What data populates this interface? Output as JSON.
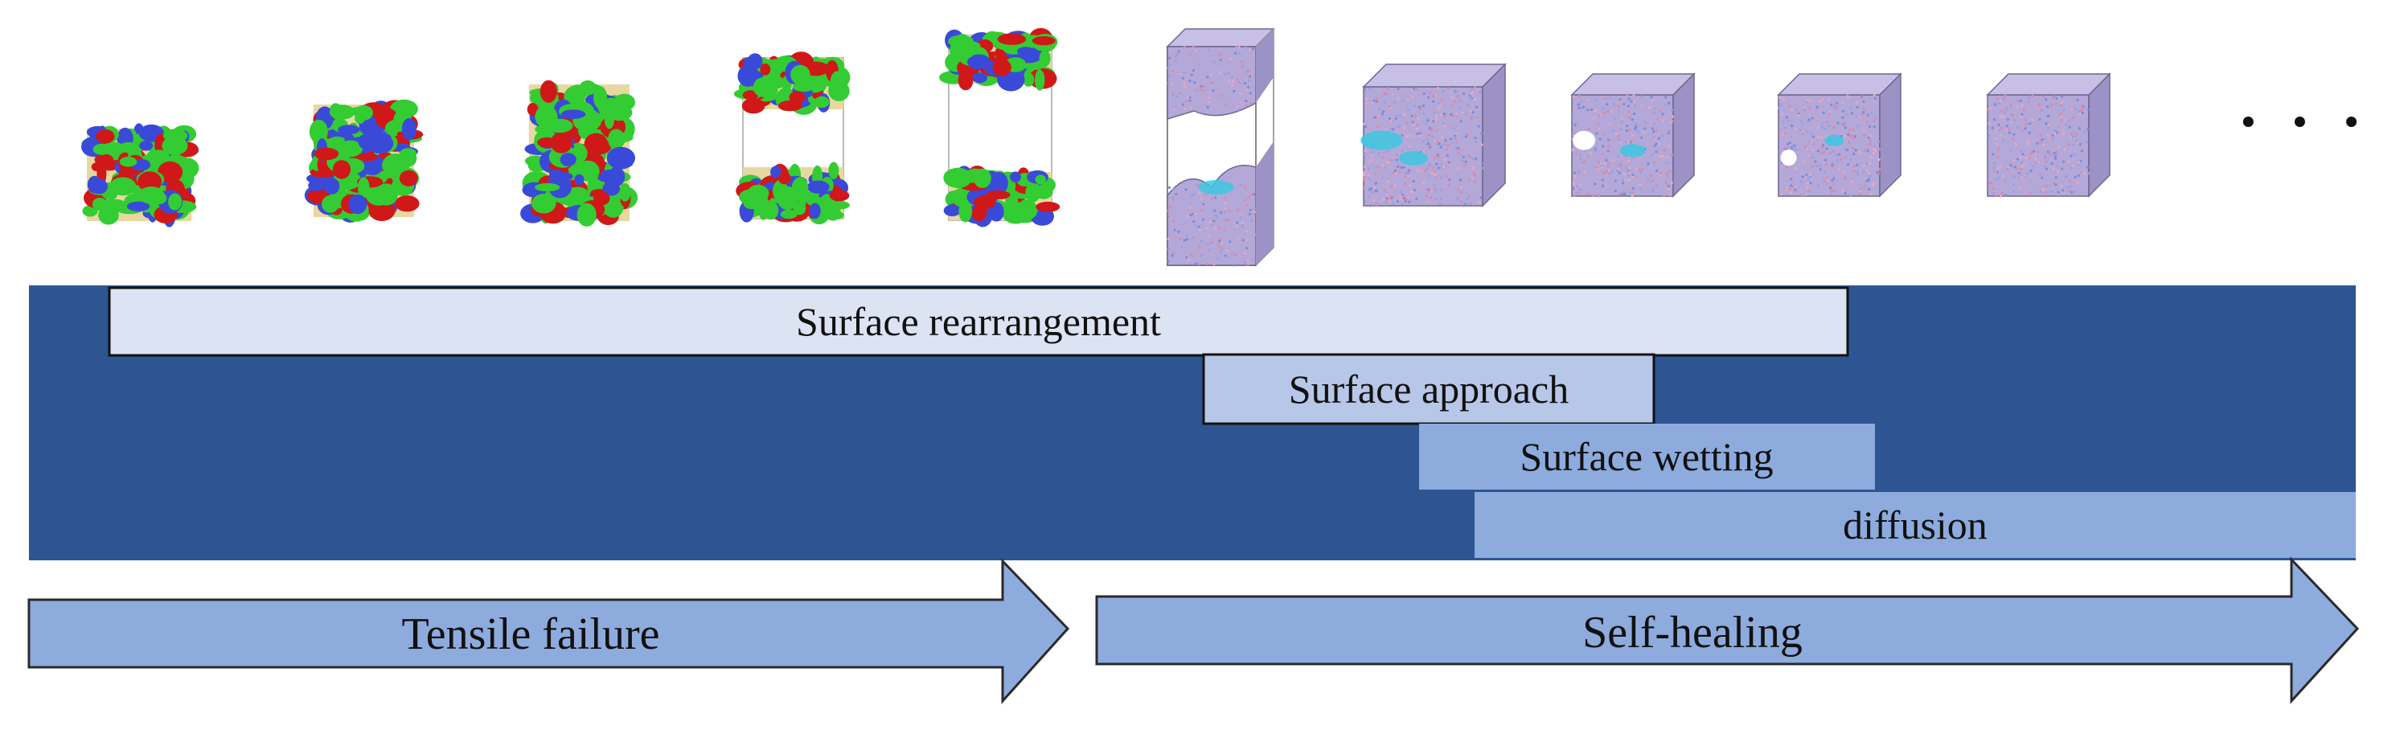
{
  "stages": [
    {
      "id": "surface-rearrangement",
      "label": "Surface rearrangement",
      "color": "#dce3f3"
    },
    {
      "id": "surface-approach",
      "label": "Surface approach",
      "color": "#b7c7e7"
    },
    {
      "id": "surface-wetting",
      "label": "Surface wetting",
      "color": "#8eabdd"
    },
    {
      "id": "diffusion",
      "label": "diffusion",
      "color": "#8eabdd"
    }
  ],
  "processes": [
    {
      "id": "tensile-failure",
      "label": "Tensile failure"
    },
    {
      "id": "self-healing",
      "label": "Self-healing"
    }
  ],
  "continuation": "· · ·",
  "colors": {
    "band": "#2d5592",
    "arrow_fill": "#8eabdd",
    "arrow_stroke": "#2a2a2a",
    "polymer_beige": "#e6d8a0",
    "polymer_green": "#33cc33",
    "polymer_red": "#d01818",
    "polymer_blue": "#3a4ad8",
    "healed_lavender": "#b3a8d8",
    "healed_cyan": "#3cc8e0"
  },
  "icons": [
    "pristine-polymer-box-icon",
    "stretched-polymer-box-icon",
    "cracking-polymer-box-icon",
    "fractured-polymer-box-icon",
    "separated-polymer-box-icon",
    "rejoining-cube-icon",
    "approaching-cube-icon",
    "wetting-cube-icon",
    "diffusing-cube-icon",
    "healed-cube-icon"
  ]
}
